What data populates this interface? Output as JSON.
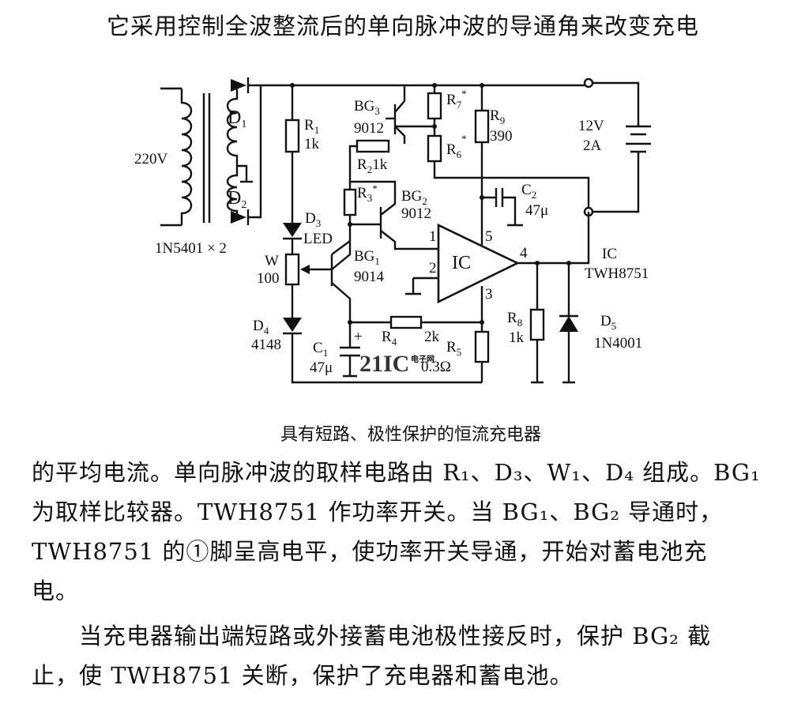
{
  "text": {
    "line_top": "它采用控制全波整流后的单向脉冲波的导通角来改变充电",
    "caption": "具有短路、极性保护的恒流充电器",
    "para1": [
      "的平均电流。单向脉冲波的取样电路由 R₁、D₃、W₁、D₄ 组成。BG₁",
      "为取样比较器。TWH8751 作功率开关。当 BG₁、BG₂ 导通时，",
      "TWH8751 的①脚呈高电平，使功率开关导通，开始对蓄电池充",
      "电。"
    ],
    "para2": [
      "当充电器输出端短路或外接蓄电池极性接反时，保护 BG₂ 截",
      "止，使 TWH8751 关断，保护了充电器和蓄电池。"
    ]
  },
  "schematic": {
    "input_voltage": "220V",
    "rectifier": {
      "d1": "D",
      "d1_sub": "1",
      "d2": "D",
      "d2_sub": "2",
      "part": "1N5401 × 2"
    },
    "r1": {
      "name": "R",
      "sub": "1",
      "value": "1k"
    },
    "d3": {
      "name": "D",
      "sub": "3",
      "type": "LED"
    },
    "w": {
      "name": "W",
      "value": "100"
    },
    "d4": {
      "name": "D",
      "sub": "4",
      "part": "4148"
    },
    "bg3": {
      "name": "BG",
      "sub": "3",
      "part": "9012"
    },
    "bg2": {
      "name": "BG",
      "sub": "2",
      "part": "9012"
    },
    "bg1": {
      "name": "BG",
      "sub": "1",
      "part": "9014"
    },
    "r2": {
      "name": "R",
      "sub": "2",
      "value": "1k"
    },
    "r3": {
      "name": "R",
      "sub": "3",
      "mark": "*"
    },
    "r7": {
      "name": "R",
      "sub": "7",
      "mark": "*"
    },
    "r6": {
      "name": "R",
      "sub": "6",
      "mark": "*"
    },
    "r9": {
      "name": "R",
      "sub": "9",
      "value": "390"
    },
    "battery": {
      "voltage": "12V",
      "current": "2A"
    },
    "c2": {
      "name": "C",
      "sub": "2",
      "value": "47μ"
    },
    "ic": {
      "label": "IC",
      "pin1": "1",
      "pin2": "2",
      "pin3": "3",
      "pin4": "4",
      "pin5": "5"
    },
    "ic_part": {
      "label": "IC",
      "part": "TWH8751"
    },
    "r4": {
      "name": "R",
      "sub": "4",
      "value": "2k"
    },
    "r5": {
      "name": "R",
      "sub": "5",
      "value": "0.3Ω"
    },
    "c1": {
      "name": "C",
      "sub": "1",
      "value": "47μ",
      "plus": "+"
    },
    "r8": {
      "name": "R",
      "sub": "8",
      "value": "1k"
    },
    "d5": {
      "name": "D",
      "sub": "5",
      "part": "1N4001"
    },
    "watermark": {
      "main": "21IC",
      "sub": "电子网"
    }
  }
}
